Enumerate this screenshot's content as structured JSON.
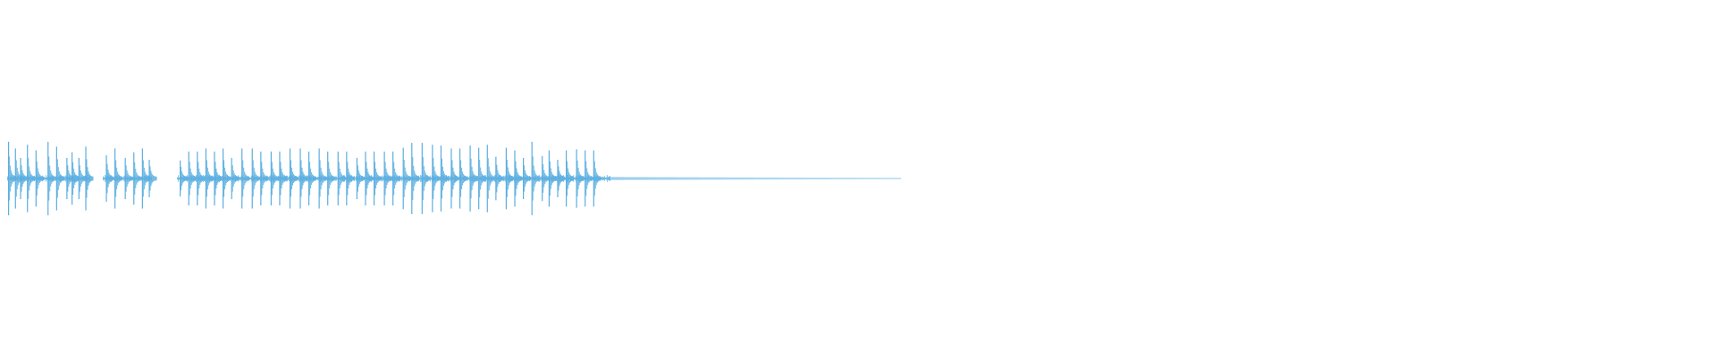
{
  "waveform": {
    "color": "#5aaee0",
    "background": "#ffffff",
    "played_fraction": 0,
    "clips": [
      {
        "start": 0.004,
        "end": 0.052
      },
      {
        "start": 0.06,
        "end": 0.088
      },
      {
        "start": 0.103,
        "end": 0.355
      }
    ],
    "tail_end": 0.525,
    "peaks": [
      {
        "t": 0.005,
        "a": 0.98
      },
      {
        "t": 0.009,
        "a": 0.8
      },
      {
        "t": 0.012,
        "a": 0.55
      },
      {
        "t": 0.016,
        "a": 0.9
      },
      {
        "t": 0.021,
        "a": 0.75
      },
      {
        "t": 0.028,
        "a": 0.98
      },
      {
        "t": 0.033,
        "a": 0.85
      },
      {
        "t": 0.039,
        "a": 0.55
      },
      {
        "t": 0.042,
        "a": 0.7
      },
      {
        "t": 0.046,
        "a": 0.55
      },
      {
        "t": 0.05,
        "a": 0.85
      },
      {
        "t": 0.062,
        "a": 0.62
      },
      {
        "t": 0.067,
        "a": 0.8
      },
      {
        "t": 0.073,
        "a": 0.55
      },
      {
        "t": 0.078,
        "a": 0.7
      },
      {
        "t": 0.083,
        "a": 0.8
      },
      {
        "t": 0.087,
        "a": 0.5
      },
      {
        "t": 0.105,
        "a": 0.48
      },
      {
        "t": 0.11,
        "a": 0.72
      },
      {
        "t": 0.115,
        "a": 0.72
      },
      {
        "t": 0.12,
        "a": 0.8
      },
      {
        "t": 0.125,
        "a": 0.72
      },
      {
        "t": 0.13,
        "a": 0.8
      },
      {
        "t": 0.135,
        "a": 0.55
      },
      {
        "t": 0.141,
        "a": 0.8
      },
      {
        "t": 0.147,
        "a": 0.8
      },
      {
        "t": 0.152,
        "a": 0.72
      },
      {
        "t": 0.158,
        "a": 0.72
      },
      {
        "t": 0.163,
        "a": 0.72
      },
      {
        "t": 0.169,
        "a": 0.8
      },
      {
        "t": 0.175,
        "a": 0.8
      },
      {
        "t": 0.18,
        "a": 0.72
      },
      {
        "t": 0.186,
        "a": 0.8
      },
      {
        "t": 0.191,
        "a": 0.72
      },
      {
        "t": 0.197,
        "a": 0.72
      },
      {
        "t": 0.202,
        "a": 0.72
      },
      {
        "t": 0.208,
        "a": 0.55
      },
      {
        "t": 0.213,
        "a": 0.72
      },
      {
        "t": 0.218,
        "a": 0.72
      },
      {
        "t": 0.224,
        "a": 0.72
      },
      {
        "t": 0.229,
        "a": 0.72
      },
      {
        "t": 0.235,
        "a": 0.82
      },
      {
        "t": 0.24,
        "a": 0.95
      },
      {
        "t": 0.246,
        "a": 0.95
      },
      {
        "t": 0.252,
        "a": 0.9
      },
      {
        "t": 0.257,
        "a": 0.88
      },
      {
        "t": 0.263,
        "a": 0.8
      },
      {
        "t": 0.268,
        "a": 0.8
      },
      {
        "t": 0.274,
        "a": 0.88
      },
      {
        "t": 0.279,
        "a": 0.82
      },
      {
        "t": 0.284,
        "a": 0.9
      },
      {
        "t": 0.289,
        "a": 0.58
      },
      {
        "t": 0.295,
        "a": 0.82
      },
      {
        "t": 0.3,
        "a": 0.75
      },
      {
        "t": 0.305,
        "a": 0.55
      },
      {
        "t": 0.31,
        "a": 0.98
      },
      {
        "t": 0.316,
        "a": 0.6
      },
      {
        "t": 0.32,
        "a": 0.75
      },
      {
        "t": 0.325,
        "a": 0.5
      },
      {
        "t": 0.33,
        "a": 0.75
      },
      {
        "t": 0.336,
        "a": 0.78
      },
      {
        "t": 0.341,
        "a": 0.75
      },
      {
        "t": 0.346,
        "a": 0.75
      }
    ]
  }
}
